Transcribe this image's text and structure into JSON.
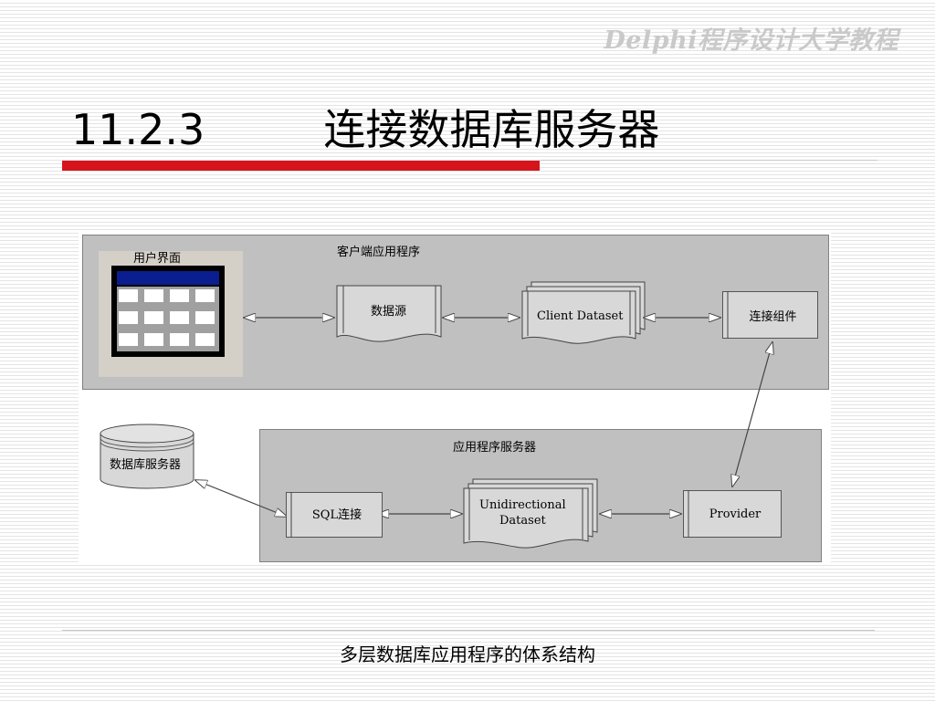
{
  "header": {
    "book_title": "Delphi程序设计大学教程",
    "section_number": "11.2.3",
    "section_title": "连接数据库服务器"
  },
  "diagram": {
    "client_panel_label": "客户端应用程序",
    "server_panel_label": "应用程序服务器",
    "user_interface_label": "用户界面",
    "data_source_label": "数据源",
    "client_dataset_label": "Client Dataset",
    "connection_component_label": "连接组件",
    "database_server_label": "数据库服务器",
    "sql_connection_label": "SQL连接",
    "unidirectional_dataset_line1": "Unidirectional",
    "unidirectional_dataset_line2": "Dataset",
    "provider_label": "Provider"
  },
  "caption": "多层数据库应用程序的体系结构",
  "colors": {
    "accent_red": "#d6141c",
    "panel_gray": "#c0c0c0",
    "grid_header_blue": "#0a1e8f"
  }
}
